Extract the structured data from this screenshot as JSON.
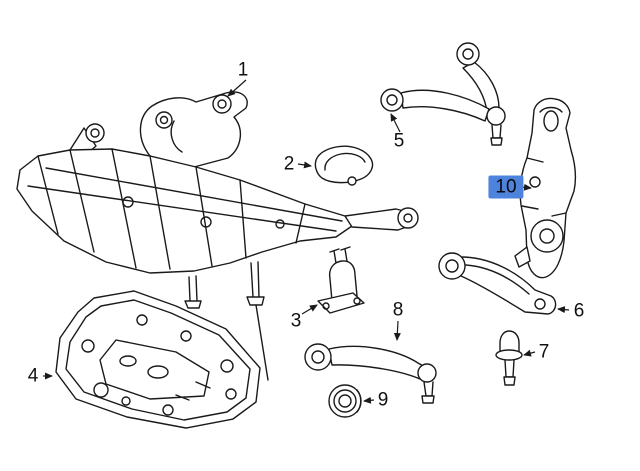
{
  "diagram": {
    "background_color": "#ffffff",
    "line_color": "#1a1a1a",
    "highlight_color": "#4d82dd",
    "selected_label": "10",
    "labels": [
      {
        "text": "1",
        "css": "part-label"
      },
      {
        "text": "2",
        "css": "part-label"
      },
      {
        "text": "3",
        "css": "part-label"
      },
      {
        "text": "4",
        "css": "part-label"
      },
      {
        "text": "5",
        "css": "part-label"
      },
      {
        "text": "6",
        "css": "part-label"
      },
      {
        "text": "7",
        "css": "part-label"
      },
      {
        "text": "8",
        "css": "part-label"
      },
      {
        "text": "9",
        "css": "part-label"
      },
      {
        "text": "10",
        "css": "part-label highlighted"
      }
    ]
  }
}
